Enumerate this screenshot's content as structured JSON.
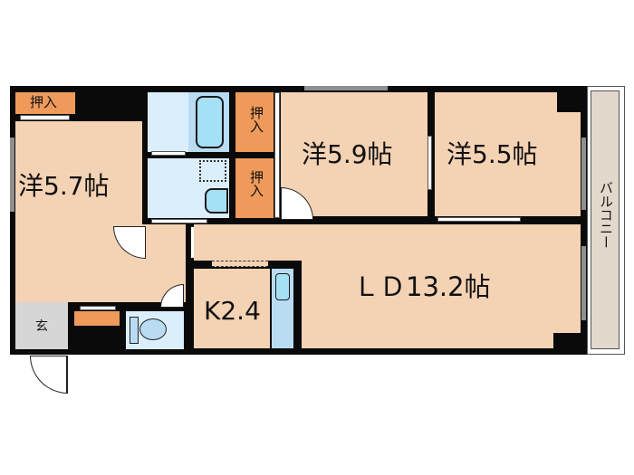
{
  "floor_plan": {
    "rooms": [
      {
        "id": "western-room-1",
        "label": "洋5.7帖",
        "type": "Western-style room",
        "size_jo": 5.7
      },
      {
        "id": "western-room-2",
        "label": "洋5.9帖",
        "type": "Western-style room",
        "size_jo": 5.9
      },
      {
        "id": "western-room-3",
        "label": "洋5.5帖",
        "type": "Western-style room",
        "size_jo": 5.5
      },
      {
        "id": "living-dining",
        "label": "ＬＤ13.2帖",
        "type": "Living/Dining",
        "size_jo": 13.2
      },
      {
        "id": "kitchen",
        "label": "K2.4",
        "type": "Kitchen",
        "size_jo": 2.4
      }
    ],
    "closets": [
      {
        "id": "closet-1",
        "label": "押入"
      },
      {
        "id": "closet-2",
        "label": "押入"
      },
      {
        "id": "closet-3",
        "label": "押入"
      }
    ],
    "entrance": {
      "label": "玄"
    },
    "balcony": {
      "label": "バルコニー"
    },
    "colors": {
      "room": "#f4d2b4",
      "wet_area": "#dbeefb",
      "closet": "#ef9a5a",
      "wall": "#0a0a0a",
      "balcony": "#e3d8cc",
      "entrance": "#d6d6d6"
    }
  }
}
